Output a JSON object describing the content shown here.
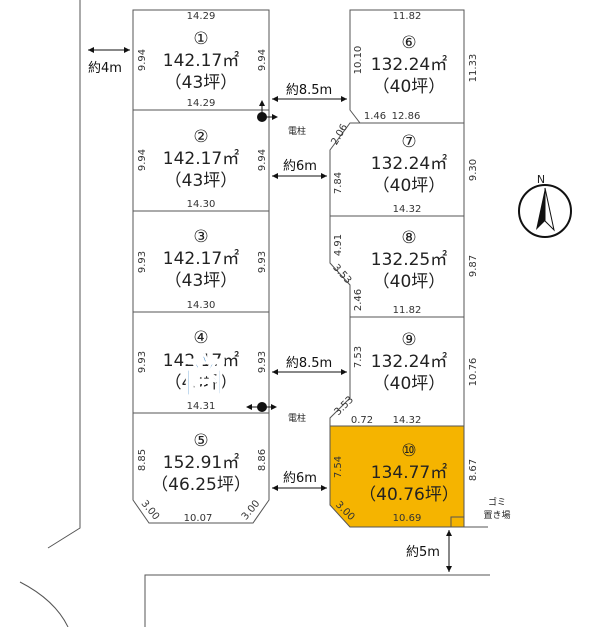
{
  "lots": [
    {
      "id": "1",
      "num": "①",
      "area": "142.17㎡",
      "tsubo": "（43坪）",
      "top": "14.29",
      "bottom": "14.29",
      "left": "9.94",
      "right": "9.94"
    },
    {
      "id": "2",
      "num": "②",
      "area": "142.17㎡",
      "tsubo": "（43坪）",
      "bottom": "14.30",
      "left": "9.94",
      "right": "9.94"
    },
    {
      "id": "3",
      "num": "③",
      "area": "142.17㎡",
      "tsubo": "（43坪）",
      "bottom": "14.30",
      "left": "9.93",
      "right": "9.93"
    },
    {
      "id": "4",
      "num": "④",
      "area": "142.17㎡",
      "tsubo": "（43坪）",
      "bottom": "14.31",
      "left": "9.93",
      "right": "9.93",
      "badge": "商"
    },
    {
      "id": "5",
      "num": "⑤",
      "area": "152.91㎡",
      "tsubo": "（46.25坪）",
      "bottom": "10.07",
      "left": "8.85",
      "right": "8.86",
      "corner_left": "3.00",
      "corner_right": "3.00"
    },
    {
      "id": "6",
      "num": "⑥",
      "area": "132.24㎡",
      "tsubo": "（40坪）",
      "top": "11.82",
      "left": "10.10",
      "right": "11.33",
      "bottom": "12.86",
      "corner": "1.46"
    },
    {
      "id": "7",
      "num": "⑦",
      "area": "132.24㎡",
      "tsubo": "（40坪）",
      "left": "7.84",
      "right": "9.30",
      "bottom": "14.32",
      "corner": "2.06"
    },
    {
      "id": "8",
      "num": "⑧",
      "area": "132.25㎡",
      "tsubo": "（40坪）",
      "left": "4.91",
      "right": "9.87",
      "bottom": "11.82",
      "corner1": "3.53",
      "corner2": "2.46"
    },
    {
      "id": "9",
      "num": "⑨",
      "area": "132.24㎡",
      "tsubo": "（40坪）",
      "left": "7.53",
      "right": "10.76",
      "bottom": "14.32",
      "corner": "3.53",
      "extra": "0.72"
    },
    {
      "id": "10",
      "num": "⑩",
      "area": "134.77㎡",
      "tsubo": "（40.76坪）",
      "left": "7.54",
      "right": "8.67",
      "bottom": "10.69",
      "corner": "3.00",
      "highlight": "#f5b400"
    }
  ],
  "roads": {
    "left_road": "約4m",
    "road_85_top": "約8.5m",
    "road_6_top": "約6m",
    "road_85_mid": "約8.5m",
    "road_6_bottom": "約6m",
    "road_5": "約5m"
  },
  "labels": {
    "pole1": "電柱",
    "pole2": "電柱",
    "garbage_line1": "ゴミ",
    "garbage_line2": "置き場",
    "north": "N"
  }
}
